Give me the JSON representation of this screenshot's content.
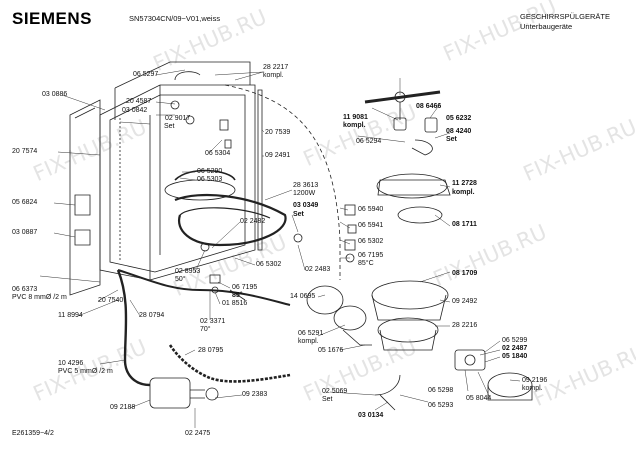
{
  "header": {
    "brand": "SIEMENS",
    "model": "SN57304CN/09−V01,weiss",
    "category_line1": "GESCHIRRSPÜLGERÄTE",
    "category_line2": "Unterbaugeräte"
  },
  "footer": {
    "doc_number": "E261359−4/2"
  },
  "watermark": "FIX-HUB.RU",
  "parts": {
    "p065297": "06 5297",
    "p282217": "28 2217",
    "kompl_a": "kompl.",
    "p030886": "03 0886",
    "p204587": "20 4587",
    "p030842": "03 0842",
    "p029017": "02 9017",
    "set_a": "Set",
    "p207539": "20 7539",
    "p207574": "20 7574",
    "p065304": "06 5304",
    "p092491": "09 2491",
    "p065290": "06 5290",
    "p065303": "06 5303",
    "p056824": "05 6824",
    "p283613": "28 3613",
    "w1200": "1200W",
    "p030349": "03 0349",
    "set_b": "Set",
    "p022482": "02 2482",
    "p030887": "03 0887",
    "p028953": "02 8953",
    "deg50": "50°",
    "p065302a": "06 5302",
    "p022483": "02 2483",
    "p066373": "06 6373",
    "pvc8": "PVC 8 mmØ /2 m",
    "p207540": "20 7540",
    "p067195a": "06 7195",
    "deg85a": "85°",
    "p018516": "01 8516",
    "p118994": "11 8994",
    "p280794": "28 0794",
    "p023371": "02 3371",
    "deg70": "70°",
    "p280795": "28 0795",
    "p104296": "10 4296",
    "pvc5": "PVC 5 mmØ /2 m",
    "p092188": "09 2188",
    "p022475": "02 2475",
    "p092383": "09 2383",
    "p086466": "08 6466",
    "p119081": "11 9081",
    "kompl_b": "kompl.",
    "p056232": "05 6232",
    "p084240": "08 4240",
    "set_c": "Set",
    "p065294": "06 5294",
    "p112728": "11 2728",
    "kompl_c": "kompl.",
    "p065940": "06 5940",
    "p081711": "08 1711",
    "p065941": "06 5941",
    "p065302b": "06 5302",
    "p067195b": "06 7195",
    "deg85b": "85°C",
    "p081709": "08 1709",
    "p092492": "09 2492",
    "p140695": "14 0695",
    "p282216": "28 2216",
    "p065291": "06 5291",
    "kompl_d": "kompl.",
    "p051676": "05 1676",
    "p065299": "06 5299",
    "p022487": "02 2487",
    "p051840": "05 1840",
    "p092196": "09 2196",
    "kompl_e": "kompl.",
    "p025069": "02 5069",
    "set_d": "Set",
    "p065298": "06 5298",
    "p058044": "05 8044",
    "p065293": "06 5293",
    "p030134": "03 0134"
  }
}
